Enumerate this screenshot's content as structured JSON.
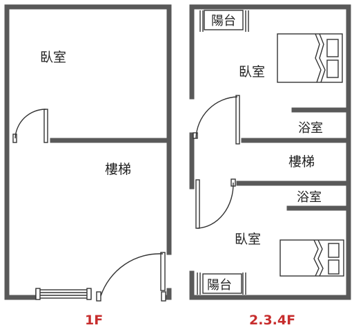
{
  "colors": {
    "wall": "#595959",
    "line": "#333333",
    "floor_label": "#c72d2d"
  },
  "floor_1": {
    "label": "1F",
    "rooms": {
      "bedroom": "臥室",
      "stairs": "樓梯"
    }
  },
  "floor_234": {
    "label": "2.3.4F",
    "rooms": {
      "balcony_top": "陽台",
      "bedroom_top": "臥室",
      "bathroom_top": "浴室",
      "stairs": "樓梯",
      "bathroom_bottom": "浴室",
      "bedroom_bottom": "臥室",
      "balcony_bottom": "陽台"
    }
  },
  "icons": [
    "door-swing-icon",
    "bed-icon",
    "window-icon"
  ]
}
